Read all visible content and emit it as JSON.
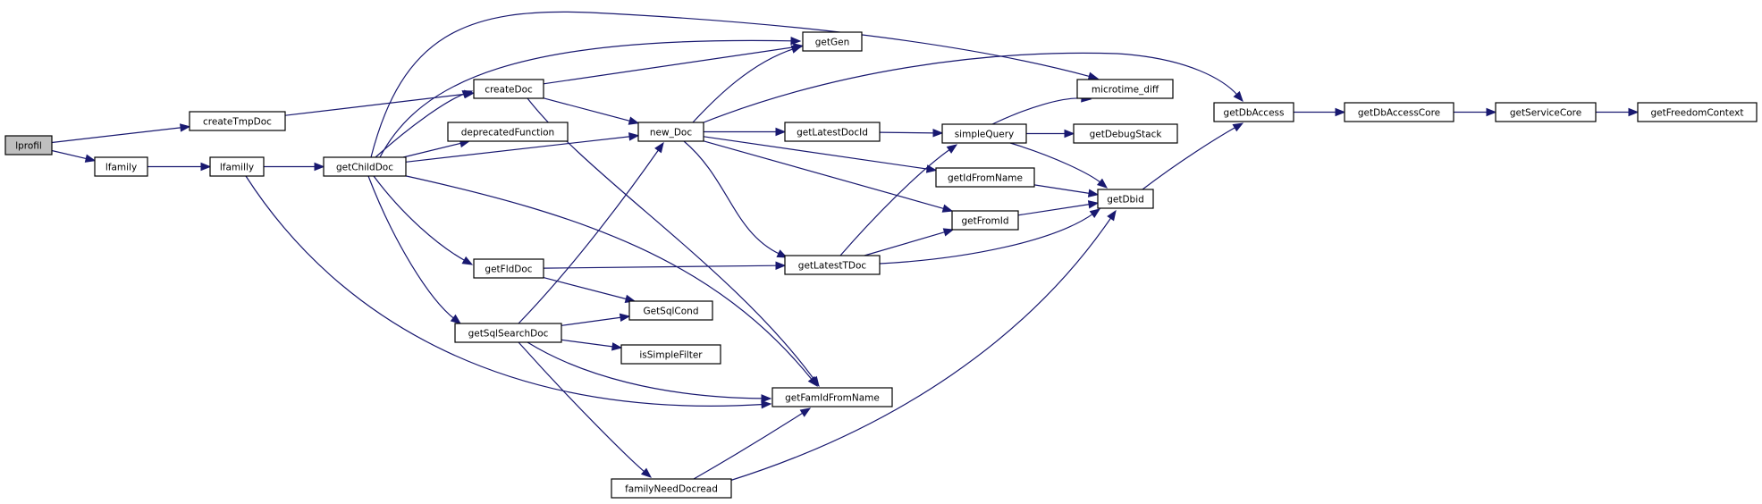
{
  "graph": {
    "nodes": [
      {
        "id": "lprofil",
        "label": "lprofil",
        "root": true
      },
      {
        "id": "createTmpDoc",
        "label": "createTmpDoc"
      },
      {
        "id": "lfamily",
        "label": "lfamily"
      },
      {
        "id": "lfamilly",
        "label": "lfamilly"
      },
      {
        "id": "getChildDoc",
        "label": "getChildDoc"
      },
      {
        "id": "createDoc",
        "label": "createDoc"
      },
      {
        "id": "deprecatedFunction",
        "label": "deprecatedFunction"
      },
      {
        "id": "getFldDoc",
        "label": "getFldDoc"
      },
      {
        "id": "getSqlSearchDoc",
        "label": "getSqlSearchDoc"
      },
      {
        "id": "getGen",
        "label": "getGen"
      },
      {
        "id": "new_Doc",
        "label": "new_Doc"
      },
      {
        "id": "getLatestDocId",
        "label": "getLatestDocId"
      },
      {
        "id": "getLatestTDoc",
        "label": "getLatestTDoc"
      },
      {
        "id": "GetSqlCond",
        "label": "GetSqlCond"
      },
      {
        "id": "isSimpleFilter",
        "label": "isSimpleFilter"
      },
      {
        "id": "getFamIdFromName",
        "label": "getFamIdFromName"
      },
      {
        "id": "familyNeedDocread",
        "label": "familyNeedDocread"
      },
      {
        "id": "simpleQuery",
        "label": "simpleQuery"
      },
      {
        "id": "getIdFromName",
        "label": "getIdFromName"
      },
      {
        "id": "getFromId",
        "label": "getFromId"
      },
      {
        "id": "microtime_diff",
        "label": "microtime_diff"
      },
      {
        "id": "getDebugStack",
        "label": "getDebugStack"
      },
      {
        "id": "getDbid",
        "label": "getDbid"
      },
      {
        "id": "getDbAccess",
        "label": "getDbAccess"
      },
      {
        "id": "getDbAccessCore",
        "label": "getDbAccessCore"
      },
      {
        "id": "getServiceCore",
        "label": "getServiceCore"
      },
      {
        "id": "getFreedomContext",
        "label": "getFreedomContext"
      }
    ],
    "edges": [
      {
        "from": "lprofil",
        "to": "createTmpDoc"
      },
      {
        "from": "lprofil",
        "to": "lfamily"
      },
      {
        "from": "lfamily",
        "to": "lfamilly"
      },
      {
        "from": "lfamilly",
        "to": "getChildDoc"
      },
      {
        "from": "lfamilly",
        "to": "getFamIdFromName"
      },
      {
        "from": "createTmpDoc",
        "to": "createDoc"
      },
      {
        "from": "getChildDoc",
        "to": "getGen"
      },
      {
        "from": "getChildDoc",
        "to": "microtime_diff"
      },
      {
        "from": "getChildDoc",
        "to": "createDoc"
      },
      {
        "from": "getChildDoc",
        "to": "deprecatedFunction"
      },
      {
        "from": "getChildDoc",
        "to": "new_Doc"
      },
      {
        "from": "getChildDoc",
        "to": "getFldDoc"
      },
      {
        "from": "getChildDoc",
        "to": "getSqlSearchDoc"
      },
      {
        "from": "getChildDoc",
        "to": "getFamIdFromName"
      },
      {
        "from": "createDoc",
        "to": "getGen"
      },
      {
        "from": "createDoc",
        "to": "new_Doc"
      },
      {
        "from": "createDoc",
        "to": "getFamIdFromName"
      },
      {
        "from": "new_Doc",
        "to": "getGen"
      },
      {
        "from": "new_Doc",
        "to": "getDbAccess"
      },
      {
        "from": "new_Doc",
        "to": "getLatestDocId"
      },
      {
        "from": "new_Doc",
        "to": "getIdFromName"
      },
      {
        "from": "new_Doc",
        "to": "getFromId"
      },
      {
        "from": "new_Doc",
        "to": "getLatestTDoc"
      },
      {
        "from": "getFldDoc",
        "to": "getLatestTDoc"
      },
      {
        "from": "getFldDoc",
        "to": "GetSqlCond"
      },
      {
        "from": "getSqlSearchDoc",
        "to": "new_Doc"
      },
      {
        "from": "getSqlSearchDoc",
        "to": "GetSqlCond"
      },
      {
        "from": "getSqlSearchDoc",
        "to": "isSimpleFilter"
      },
      {
        "from": "getSqlSearchDoc",
        "to": "getFamIdFromName"
      },
      {
        "from": "getSqlSearchDoc",
        "to": "familyNeedDocread"
      },
      {
        "from": "familyNeedDocread",
        "to": "getFamIdFromName"
      },
      {
        "from": "familyNeedDocread",
        "to": "getDbid"
      },
      {
        "from": "getLatestDocId",
        "to": "simpleQuery"
      },
      {
        "from": "getLatestTDoc",
        "to": "simpleQuery"
      },
      {
        "from": "getLatestTDoc",
        "to": "getFromId"
      },
      {
        "from": "getLatestTDoc",
        "to": "getDbid"
      },
      {
        "from": "simpleQuery",
        "to": "microtime_diff"
      },
      {
        "from": "simpleQuery",
        "to": "getDebugStack"
      },
      {
        "from": "simpleQuery",
        "to": "getDbid"
      },
      {
        "from": "getIdFromName",
        "to": "getDbid"
      },
      {
        "from": "getFromId",
        "to": "getDbid"
      },
      {
        "from": "getDbid",
        "to": "getDbAccess"
      },
      {
        "from": "getDbAccess",
        "to": "getDbAccessCore"
      },
      {
        "from": "getDbAccessCore",
        "to": "getServiceCore"
      },
      {
        "from": "getServiceCore",
        "to": "getFreedomContext"
      }
    ]
  },
  "colors": {
    "edge": "#191970",
    "node_border": "#000000",
    "node_fill": "#ffffff",
    "root_fill": "#bfbfbf"
  }
}
